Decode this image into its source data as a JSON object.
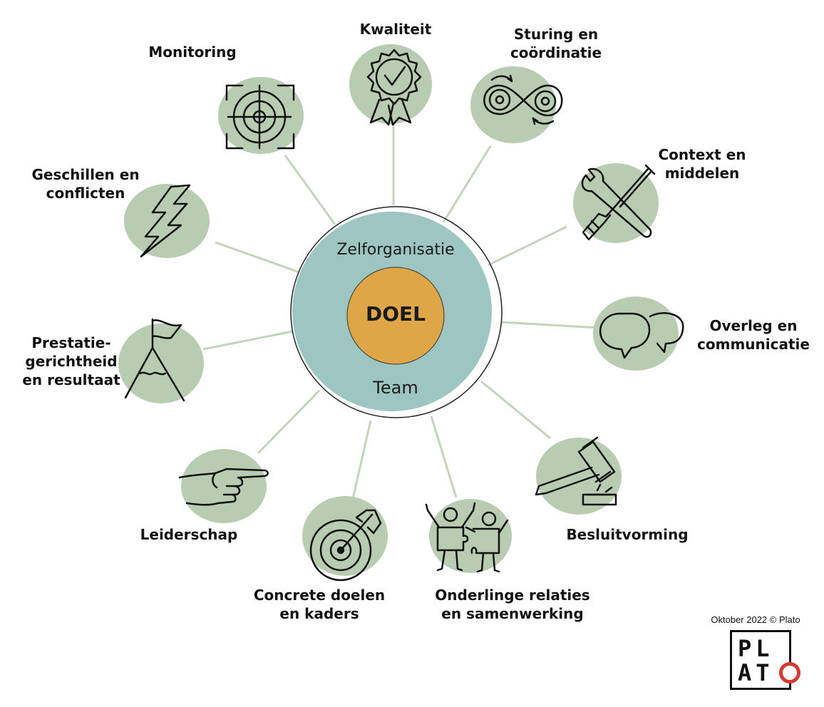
{
  "center": {
    "outer_label": "Zelforganisatie",
    "core_label": "DOEL",
    "bottom_label": "Team"
  },
  "topics": [
    {
      "id": "kwaliteit",
      "label": "Kwaliteit",
      "icon": "rosette-check-icon"
    },
    {
      "id": "sturing",
      "label": "Sturing en\ncoördinatie",
      "icon": "gears-infinity-icon"
    },
    {
      "id": "context",
      "label": "Context en\nmiddelen",
      "icon": "wrench-screwdriver-icon"
    },
    {
      "id": "overleg",
      "label": "Overleg en\ncommunicatie",
      "icon": "speech-bubbles-icon"
    },
    {
      "id": "besluit",
      "label": "Besluitvorming",
      "icon": "gavel-icon"
    },
    {
      "id": "relaties",
      "label": "Onderlinge relaties\nen samenwerking",
      "icon": "puzzle-people-icon"
    },
    {
      "id": "doelen",
      "label": "Concrete doelen\nen kaders",
      "icon": "target-arrow-icon"
    },
    {
      "id": "leiderschap",
      "label": "Leiderschap",
      "icon": "pointing-hand-icon"
    },
    {
      "id": "prestatie",
      "label": "Prestatie-\ngerichtheid\nen resultaat",
      "icon": "mountain-flag-icon"
    },
    {
      "id": "geschillen",
      "label": "Geschillen en\nconflicten",
      "icon": "lightning-icon"
    },
    {
      "id": "monitoring",
      "label": "Monitoring",
      "icon": "crosshair-icon"
    }
  ],
  "footer": {
    "credit": "Oktober 2022 © Plato",
    "logo_line1": "PL",
    "logo_line2": "AT",
    "logo_mark": "O"
  },
  "colors": {
    "circle_fill": "#b7ccb0",
    "ring_fill": "#9dc6c3",
    "core_fill": "#dea646",
    "spoke": "#c3d4bc",
    "ink": "#111111",
    "logo_accent": "#d63a2f"
  }
}
